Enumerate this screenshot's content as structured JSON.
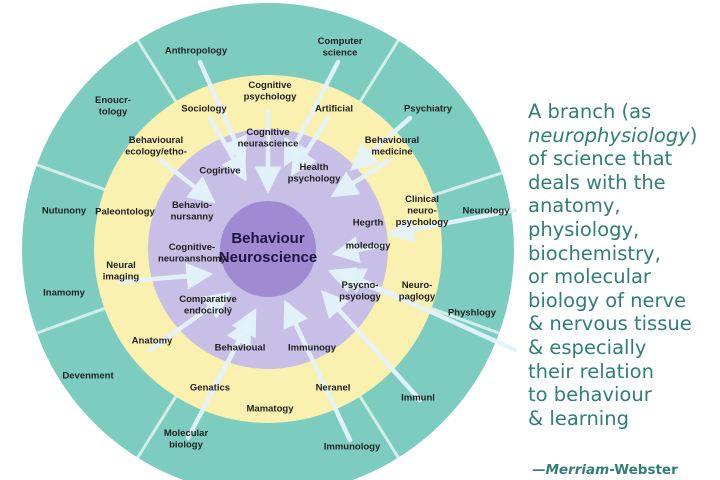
{
  "diagram": {
    "center": [
      "Behaviour",
      "Neuroscience"
    ],
    "colors": {
      "outer_ring": "#7ccdc0",
      "middle_ring": "#faf0b0",
      "inner_ring": "#c7bfe6",
      "core": "#a08ad2",
      "arrow": "#e4f4fb",
      "separator": "#e9f6f4"
    },
    "outer_labels": {
      "anthropology": [
        "Anthropology"
      ],
      "computer_science": [
        "Computer",
        "science"
      ],
      "psychiatry": [
        "Psychiatry"
      ],
      "endocrinology": [
        "Enoucr-",
        "tology"
      ],
      "nutunony": [
        "Nutunony"
      ],
      "neurology": [
        "Neurology"
      ],
      "inamomy": [
        "Inamomy"
      ],
      "physhiology": [
        "Physhlogy"
      ],
      "devenment": [
        "Devenment"
      ],
      "immunl": [
        "Immunl"
      ],
      "molecular_biology": [
        "Molecular",
        "biology"
      ],
      "immunology_outer": [
        "Immunology"
      ]
    },
    "middle_labels": {
      "sociology": [
        "Sociology"
      ],
      "cognitive_psychology": [
        "Cognitive",
        "psychology"
      ],
      "artificial": [
        "Artificial"
      ],
      "behavioural_ecology": [
        "Behavioural",
        "ecology/etho-"
      ],
      "behavioural_medicine": [
        "Behavioural",
        "medicine"
      ],
      "paleontology": [
        "Paleontology"
      ],
      "clinical_neuropsychology": [
        "Clinical",
        "neuro-",
        "psychology"
      ],
      "neural_imaging": [
        "Neural",
        "imaging"
      ],
      "neuro_pagology": [
        "Neuro-",
        "paglogy"
      ],
      "anatomy": [
        "Anatomy"
      ],
      "genatics": [
        "Genatics"
      ],
      "neranel": [
        "Neranel"
      ],
      "mamatogy": [
        "Mamatogy"
      ]
    },
    "inner_labels": {
      "cognitive_neurascience": [
        "Cognitive",
        "neurascience"
      ],
      "cogirtive": [
        "Cogirtive"
      ],
      "health_psychology": [
        "Health",
        "psychology"
      ],
      "behavio_nursanny": [
        "Behavio-",
        "nursanny"
      ],
      "hegrth": [
        "Hegrth"
      ],
      "cognitive_neuroanshomy": [
        "Cognitive-",
        "neuroanshomy"
      ],
      "moledogy": [
        "moledogy"
      ],
      "psycho_psyology": [
        "Psycno-",
        "psyology"
      ],
      "comparative_endocirology": [
        "Comparative",
        "endocirolý"
      ],
      "behavioual": [
        "Behavioual"
      ],
      "immunogy": [
        "Immunogy"
      ]
    }
  },
  "definition": {
    "lines": [
      {
        "parts": [
          {
            "text": "A branch (as",
            "italic": false
          }
        ]
      },
      {
        "parts": [
          {
            "text": "neurophysiology",
            "italic": true
          },
          {
            "text": ")",
            "italic": false
          }
        ]
      },
      {
        "parts": [
          {
            "text": "of science that",
            "italic": false
          }
        ]
      },
      {
        "parts": [
          {
            "text": "deals with the",
            "italic": false
          }
        ]
      },
      {
        "parts": [
          {
            "text": "anatomy,",
            "italic": false
          }
        ]
      },
      {
        "parts": [
          {
            "text": "physiology,",
            "italic": false
          }
        ]
      },
      {
        "parts": [
          {
            "text": "biochemistry,",
            "italic": false
          }
        ]
      },
      {
        "parts": [
          {
            "text": "or molecular",
            "italic": false
          }
        ]
      },
      {
        "parts": [
          {
            "text": "biology of nerve",
            "italic": false
          }
        ]
      },
      {
        "parts": [
          {
            "text": "& nervous tissue",
            "italic": false
          }
        ]
      },
      {
        "parts": [
          {
            "text": "& especially",
            "italic": false
          }
        ]
      },
      {
        "parts": [
          {
            "text": "their relation",
            "italic": false
          }
        ]
      },
      {
        "parts": [
          {
            "text": "to behaviour",
            "italic": false
          }
        ]
      },
      {
        "parts": [
          {
            "text": "& learning",
            "italic": false
          }
        ]
      }
    ],
    "attribution": {
      "dash": "—",
      "source_italic": "Merriam",
      "source_rest": "-Webster"
    }
  }
}
